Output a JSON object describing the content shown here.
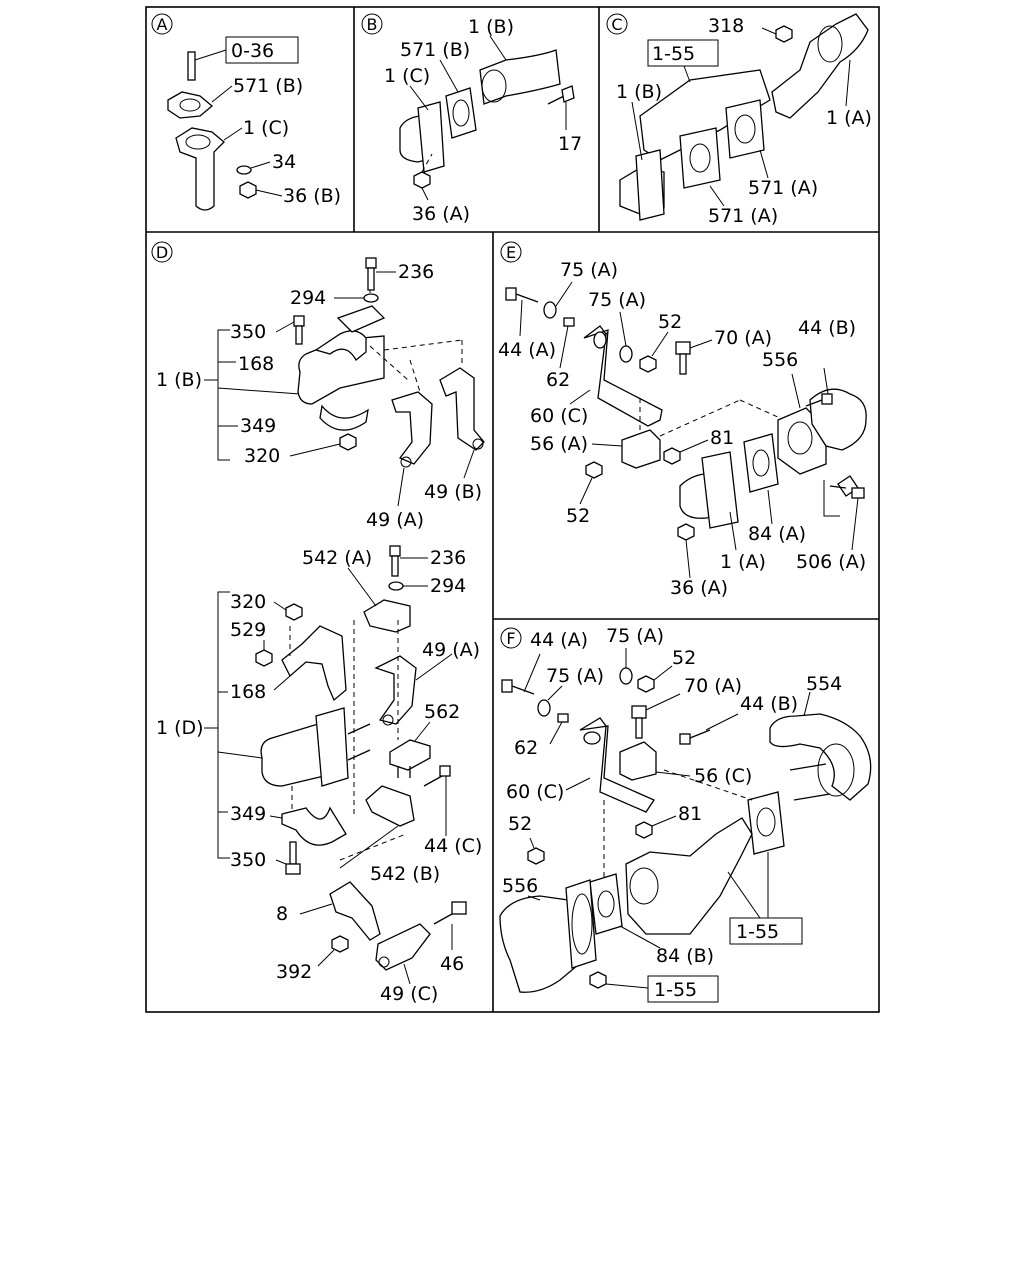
{
  "panels": {
    "a": {
      "marker": "A",
      "labels": {
        "ref": "0-36",
        "p571b": "571 (B)",
        "p1c": "1 (C)",
        "p34": "34",
        "p36b": "36 (B)"
      }
    },
    "b": {
      "marker": "B",
      "labels": {
        "p1b": "1 (B)",
        "p571b": "571 (B)",
        "p1c": "1 (C)",
        "p17": "17",
        "p36a": "36 (A)"
      }
    },
    "c": {
      "marker": "C",
      "labels": {
        "p318": "318",
        "ref": "1-55",
        "p1b": "1 (B)",
        "p1a": "1 (A)",
        "p571a_1": "571 (A)",
        "p571a_2": "571 (A)"
      }
    },
    "d": {
      "marker": "D",
      "labels": {
        "p236_1": "236",
        "p294_1": "294",
        "p350_1": "350",
        "p168_1": "168",
        "p1b": "1 (B)",
        "p349_1": "349",
        "p320_1": "320",
        "p49a_1": "49 (A)",
        "p49b": "49 (B)",
        "p542a": "542 (A)",
        "p236_2": "236",
        "p294_2": "294",
        "p320_2": "320",
        "p529": "529",
        "p49a_2": "49 (A)",
        "p168_2": "168",
        "p562": "562",
        "p1d": "1 (D)",
        "p349_2": "349",
        "p44c": "44 (C)",
        "p350_2": "350",
        "p542b": "542 (B)",
        "p8": "8",
        "p392": "392",
        "p46": "46",
        "p49c": "49 (C)"
      }
    },
    "e": {
      "marker": "E",
      "labels": {
        "p75a_1": "75 (A)",
        "p75a_2": "75 (A)",
        "p52_1": "52",
        "p70a": "70 (A)",
        "p44b": "44 (B)",
        "p44a": "44 (A)",
        "p62": "62",
        "p556": "556",
        "p60c": "60 (C)",
        "p56a": "56 (A)",
        "p81": "81",
        "p52_2": "52",
        "p84a": "84 (A)",
        "p1a": "1 (A)",
        "p506a": "506 (A)",
        "p36a": "36 (A)"
      }
    },
    "f": {
      "marker": "F",
      "labels": {
        "p44a": "44 (A)",
        "p75a_1": "75 (A)",
        "p52_1": "52",
        "p75a_2": "75 (A)",
        "p70a": "70 (A)",
        "p554": "554",
        "p44b": "44 (B)",
        "p62": "62",
        "p56c": "56 (C)",
        "p60c": "60 (C)",
        "p81": "81",
        "p52_2": "52",
        "p556": "556",
        "p84b": "84 (B)",
        "ref1": "1-55",
        "ref2": "1-55"
      }
    }
  }
}
